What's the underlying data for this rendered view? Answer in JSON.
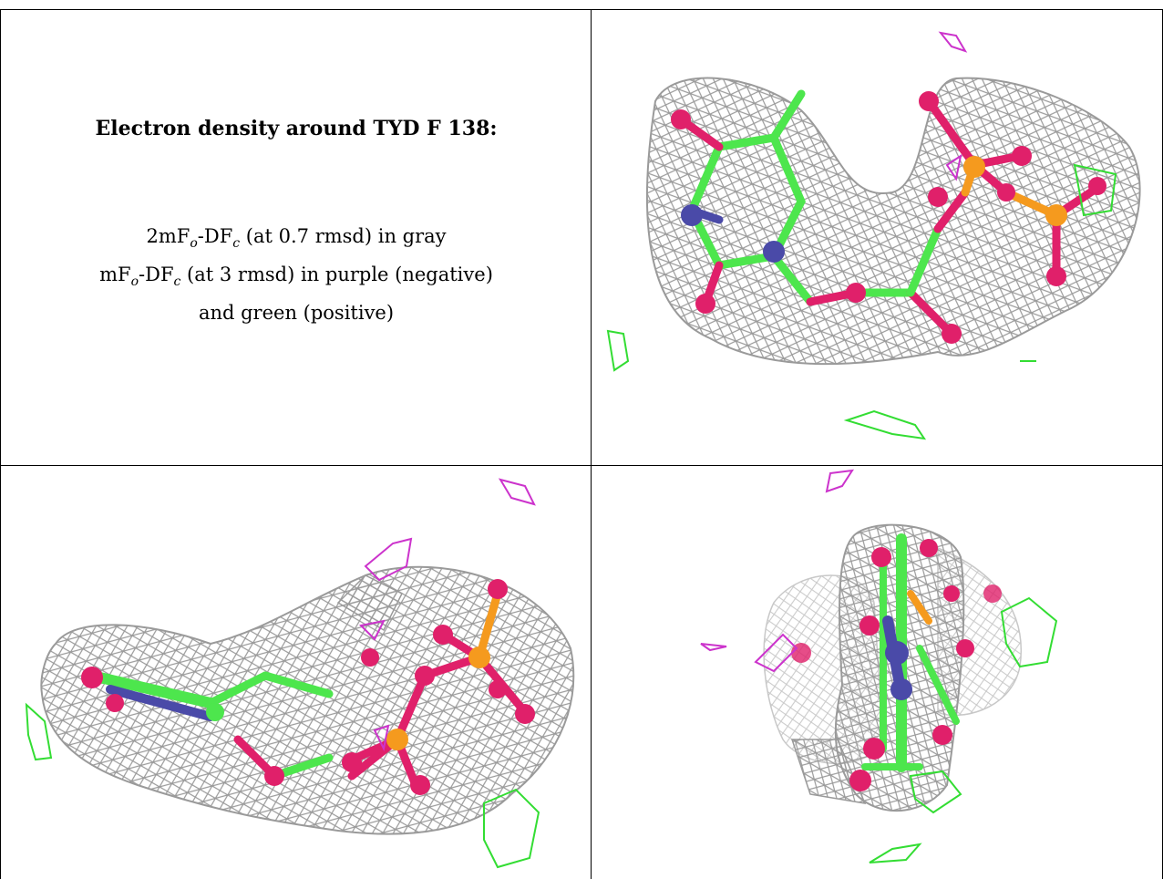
{
  "title": "Electron density around TYD F 138:",
  "legend": {
    "line1": {
      "a": "2mF",
      "a_sub": "o",
      "b": "-DF",
      "b_sub": "c",
      "rest": " (at 0.7 rmsd) in gray"
    },
    "line2": {
      "a": "mF",
      "a_sub": "o",
      "b": "-DF",
      "b_sub": "c",
      "rest": " (at 3 rmsd) in purple (negative)"
    },
    "line3": "and green (positive)"
  },
  "colors": {
    "mesh_gray": "#9a9a9a",
    "carbon_green": "#4de64d",
    "nitrogen_blue": "#4a4aa8",
    "oxygen_red": "#e0206a",
    "phosphorus_orange": "#f59a1e",
    "negative_purple": "#cc33cc",
    "positive_green": "#33dd33"
  },
  "panels": [
    {
      "name": "density-view-top-right"
    },
    {
      "name": "density-view-bottom-left"
    },
    {
      "name": "density-view-bottom-right"
    }
  ]
}
